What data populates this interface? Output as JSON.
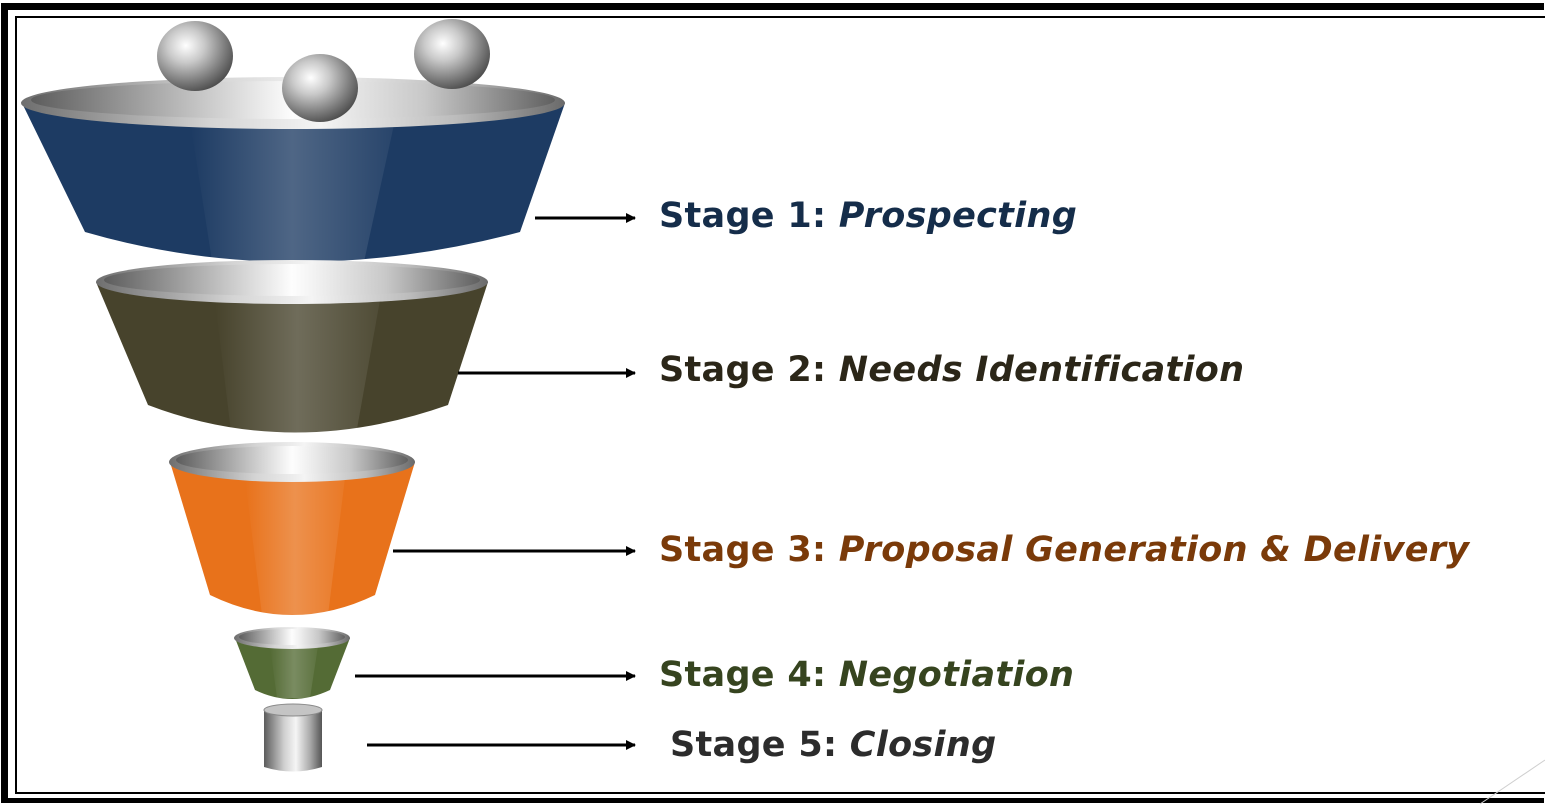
{
  "stages": [
    {
      "prefix": "Stage 1:",
      "name": "Prospecting",
      "color": "#152d4a",
      "funnel_color": "#1d3b63"
    },
    {
      "prefix": "Stage 2:",
      "name": "Needs Identification",
      "color": "#2b2618",
      "funnel_color": "#47432c"
    },
    {
      "prefix": "Stage 3:",
      "name": "Proposal Generation & Delivery",
      "color": "#7a3a09",
      "funnel_color": "#e8721b"
    },
    {
      "prefix": "Stage 4:",
      "name": "Negotiation",
      "color": "#36441f",
      "funnel_color": "#546b35"
    },
    {
      "prefix": "Stage 5:",
      "name": "Closing",
      "color": "#2c2c2c",
      "funnel_color": "#9a9a9a"
    }
  ],
  "icons": [
    "sphere-icon",
    "funnel-segment-icon",
    "arrow-right-icon",
    "cylinder-icon"
  ]
}
